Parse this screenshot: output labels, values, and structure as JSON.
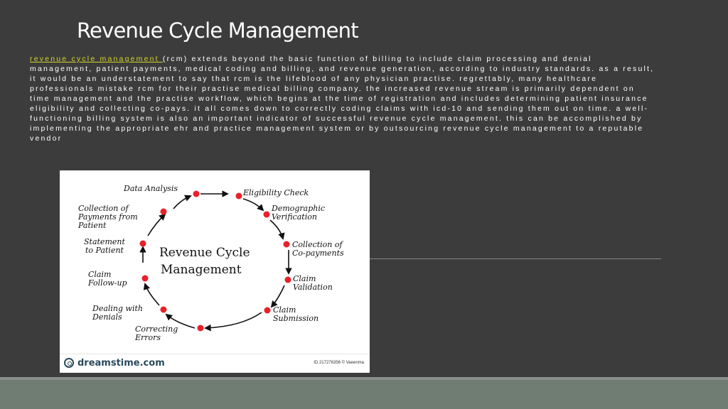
{
  "title": "Revenue Cycle Management",
  "body": {
    "link_text": "revenue cycle management ",
    "text": " (rcm) extends beyond the basic function of billing to include claim processing and denial management, patient payments, medical coding and billing, and revenue generation, according to industry standards. as a result, it would be an understatement to say that rcm is the lifeblood of any physician practise. regrettably, many healthcare professionals mistake rcm for their practise medical billing company. the increased revenue stream is primarily dependent on time management and the practise workflow, which begins at the time of registration and includes determining patient insurance eligibility and collecting co-pays. it all comes down to correctly coding claims with icd-10 and sending them out on time. a well-functioning billing system is also an important indicator of successful revenue cycle management. this can be accomplished by implementing the appropriate ehr and practice management system or by outsourcing revenue cycle management to a reputable vendor"
  },
  "figure": {
    "center_line1": "Revenue Cycle",
    "center_line2": "Management",
    "labels": {
      "data_analysis": "Data Analysis",
      "eligibility_check": "Eligibility Check",
      "demographic_1": "Demographic",
      "demographic_2": "Verification",
      "copay_1": "Collection of",
      "copay_2": "Co-payments",
      "validation_1": "Claim",
      "validation_2": "Validation",
      "submission_1": "Claim",
      "submission_2": "Submission",
      "errors_1": "Correcting",
      "errors_2": "Errors",
      "denials_1": "Dealing with",
      "denials_2": "Denials",
      "followup_1": "Claim",
      "followup_2": "Follow-up",
      "statement_1": "Statement",
      "statement_2": "to Patient",
      "payments_1": "Collection of",
      "payments_2": "Payments from",
      "payments_3": "Patient"
    },
    "brand": "dreamstime.com",
    "stock_id": "ID 217276356 © Vaeenma"
  },
  "colors": {
    "background": "#3c3c3c",
    "link": "#d4d42a",
    "dot": "#e8202a",
    "bottom_band": "#6f7d72"
  }
}
